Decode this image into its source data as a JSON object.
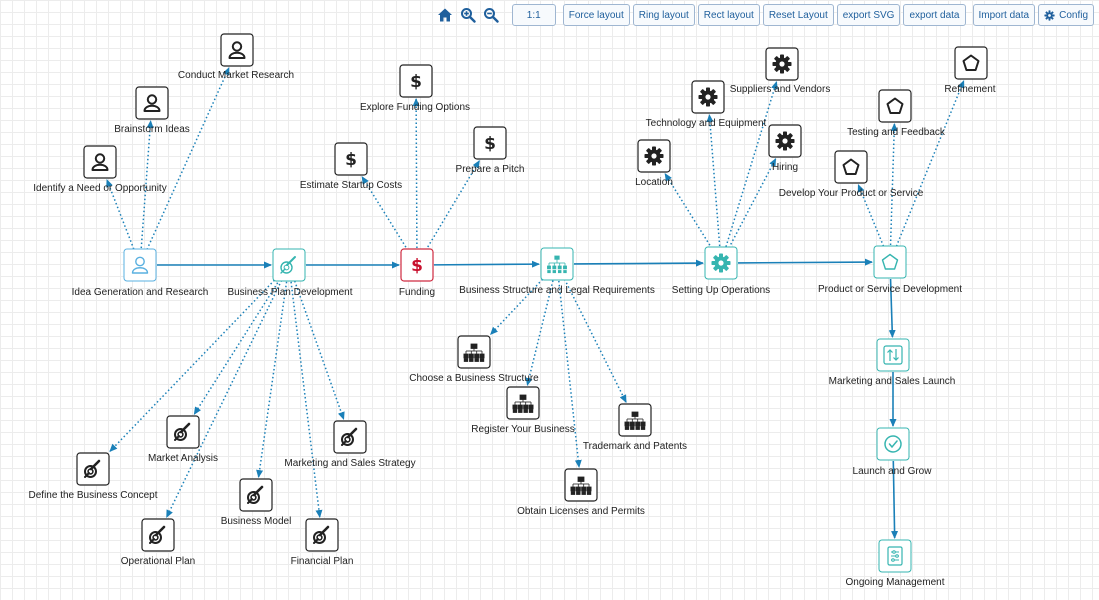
{
  "toolbar": {
    "home_icon": "home-icon",
    "zoom_in_icon": "zoom-in-icon",
    "zoom_out_icon": "zoom-out-icon",
    "buttons": [
      "1:1",
      "Force layout",
      "Ring layout",
      "Rect layout",
      "Reset Layout",
      "export SVG",
      "export data",
      "Import data"
    ],
    "config_label": "Config",
    "config_icon": "gear-icon"
  },
  "colors": {
    "edge": "#1a80b8",
    "teal": "#36b5b0",
    "person_box": "#5ab0e0",
    "funding_box": "#cf2a40",
    "funding_icon": "#c8102e",
    "child_box": "#222222"
  },
  "nodes": [
    {
      "id": "idea",
      "label": "Idea Generation and Research",
      "icon": "person-icon",
      "style": "main"
    },
    {
      "id": "bpd",
      "label": "Business Plan Development",
      "icon": "plan-icon",
      "style": "main"
    },
    {
      "id": "funding",
      "label": "Funding",
      "icon": "dollar-icon",
      "style": "funding"
    },
    {
      "id": "bslr",
      "label": "Business Structure and Legal Requirements",
      "icon": "org-chart-icon",
      "style": "main"
    },
    {
      "id": "ops",
      "label": "Setting Up Operations",
      "icon": "gear-icon",
      "style": "main"
    },
    {
      "id": "psd",
      "label": "Product or Service Development",
      "icon": "pentagon-icon",
      "style": "main"
    },
    {
      "id": "msl",
      "label": "Marketing and Sales Launch",
      "icon": "sort-icon",
      "style": "main"
    },
    {
      "id": "lag",
      "label": "Launch and Grow",
      "icon": "check-circle-icon",
      "style": "main"
    },
    {
      "id": "om",
      "label": "Ongoing Management",
      "icon": "sliders-icon",
      "style": "main"
    },
    {
      "id": "cmr",
      "label": "Conduct Market Research",
      "icon": "person-icon",
      "style": "child"
    },
    {
      "id": "bi",
      "label": "Brainstorm Ideas",
      "icon": "person-icon",
      "style": "child"
    },
    {
      "id": "ino",
      "label": "Identify a Need or Opportunity",
      "icon": "person-icon",
      "style": "child"
    },
    {
      "id": "efo",
      "label": "Explore Funding Options",
      "icon": "dollar-icon",
      "style": "child"
    },
    {
      "id": "esc",
      "label": "Estimate Startup Costs",
      "icon": "dollar-icon",
      "style": "child"
    },
    {
      "id": "pap",
      "label": "Prepare a Pitch",
      "icon": "dollar-icon",
      "style": "child"
    },
    {
      "id": "sv",
      "label": "Suppliers and Vendors",
      "icon": "gear-icon",
      "style": "child"
    },
    {
      "id": "te",
      "label": "Technology and Equipment",
      "icon": "gear-icon",
      "style": "child"
    },
    {
      "id": "hiring",
      "label": "Hiring",
      "icon": "gear-icon",
      "style": "child"
    },
    {
      "id": "loc",
      "label": "Location",
      "icon": "gear-icon",
      "style": "child"
    },
    {
      "id": "ref",
      "label": "Refinement",
      "icon": "pentagon-icon",
      "style": "child"
    },
    {
      "id": "tf",
      "label": "Testing and Feedback",
      "icon": "pentagon-icon",
      "style": "child"
    },
    {
      "id": "dps",
      "label": "Develop Your Product or Service",
      "icon": "pentagon-icon",
      "style": "child"
    },
    {
      "id": "dbc",
      "label": "Define the Business Concept",
      "icon": "plan-icon",
      "style": "child"
    },
    {
      "id": "ma",
      "label": "Market Analysis",
      "icon": "plan-icon",
      "style": "child"
    },
    {
      "id": "opp",
      "label": "Operational Plan",
      "icon": "plan-icon",
      "style": "child"
    },
    {
      "id": "bm",
      "label": "Business Model",
      "icon": "plan-icon",
      "style": "child"
    },
    {
      "id": "mss",
      "label": "Marketing and Sales Strategy",
      "icon": "plan-icon",
      "style": "child"
    },
    {
      "id": "fp",
      "label": "Financial Plan",
      "icon": "plan-icon",
      "style": "child"
    },
    {
      "id": "cbs",
      "label": "Choose a Business Structure",
      "icon": "org-chart-icon",
      "style": "child"
    },
    {
      "id": "ryb",
      "label": "Register Your Business",
      "icon": "org-chart-icon",
      "style": "child"
    },
    {
      "id": "tp",
      "label": "Trademark and Patents",
      "icon": "org-chart-icon",
      "style": "child"
    },
    {
      "id": "olp",
      "label": "Obtain Licenses and Permits",
      "icon": "org-chart-icon",
      "style": "child"
    }
  ],
  "edges": [
    {
      "from": "idea",
      "to": "bpd",
      "type": "main"
    },
    {
      "from": "bpd",
      "to": "funding",
      "type": "main"
    },
    {
      "from": "funding",
      "to": "bslr",
      "type": "main"
    },
    {
      "from": "bslr",
      "to": "ops",
      "type": "main"
    },
    {
      "from": "ops",
      "to": "psd",
      "type": "main"
    },
    {
      "from": "psd",
      "to": "msl",
      "type": "main"
    },
    {
      "from": "msl",
      "to": "lag",
      "type": "main"
    },
    {
      "from": "lag",
      "to": "om",
      "type": "main"
    },
    {
      "from": "idea",
      "to": "cmr",
      "type": "sub"
    },
    {
      "from": "idea",
      "to": "bi",
      "type": "sub"
    },
    {
      "from": "idea",
      "to": "ino",
      "type": "sub"
    },
    {
      "from": "funding",
      "to": "efo",
      "type": "sub"
    },
    {
      "from": "funding",
      "to": "esc",
      "type": "sub"
    },
    {
      "from": "funding",
      "to": "pap",
      "type": "sub"
    },
    {
      "from": "ops",
      "to": "sv",
      "type": "sub"
    },
    {
      "from": "ops",
      "to": "te",
      "type": "sub"
    },
    {
      "from": "ops",
      "to": "hiring",
      "type": "sub"
    },
    {
      "from": "ops",
      "to": "loc",
      "type": "sub"
    },
    {
      "from": "psd",
      "to": "ref",
      "type": "sub"
    },
    {
      "from": "psd",
      "to": "tf",
      "type": "sub"
    },
    {
      "from": "psd",
      "to": "dps",
      "type": "sub"
    },
    {
      "from": "bpd",
      "to": "dbc",
      "type": "sub"
    },
    {
      "from": "bpd",
      "to": "ma",
      "type": "sub"
    },
    {
      "from": "bpd",
      "to": "opp",
      "type": "sub"
    },
    {
      "from": "bpd",
      "to": "bm",
      "type": "sub"
    },
    {
      "from": "bpd",
      "to": "mss",
      "type": "sub"
    },
    {
      "from": "bpd",
      "to": "fp",
      "type": "sub"
    },
    {
      "from": "bslr",
      "to": "cbs",
      "type": "sub"
    },
    {
      "from": "bslr",
      "to": "ryb",
      "type": "sub"
    },
    {
      "from": "bslr",
      "to": "tp",
      "type": "sub"
    },
    {
      "from": "bslr",
      "to": "olp",
      "type": "sub"
    }
  ]
}
